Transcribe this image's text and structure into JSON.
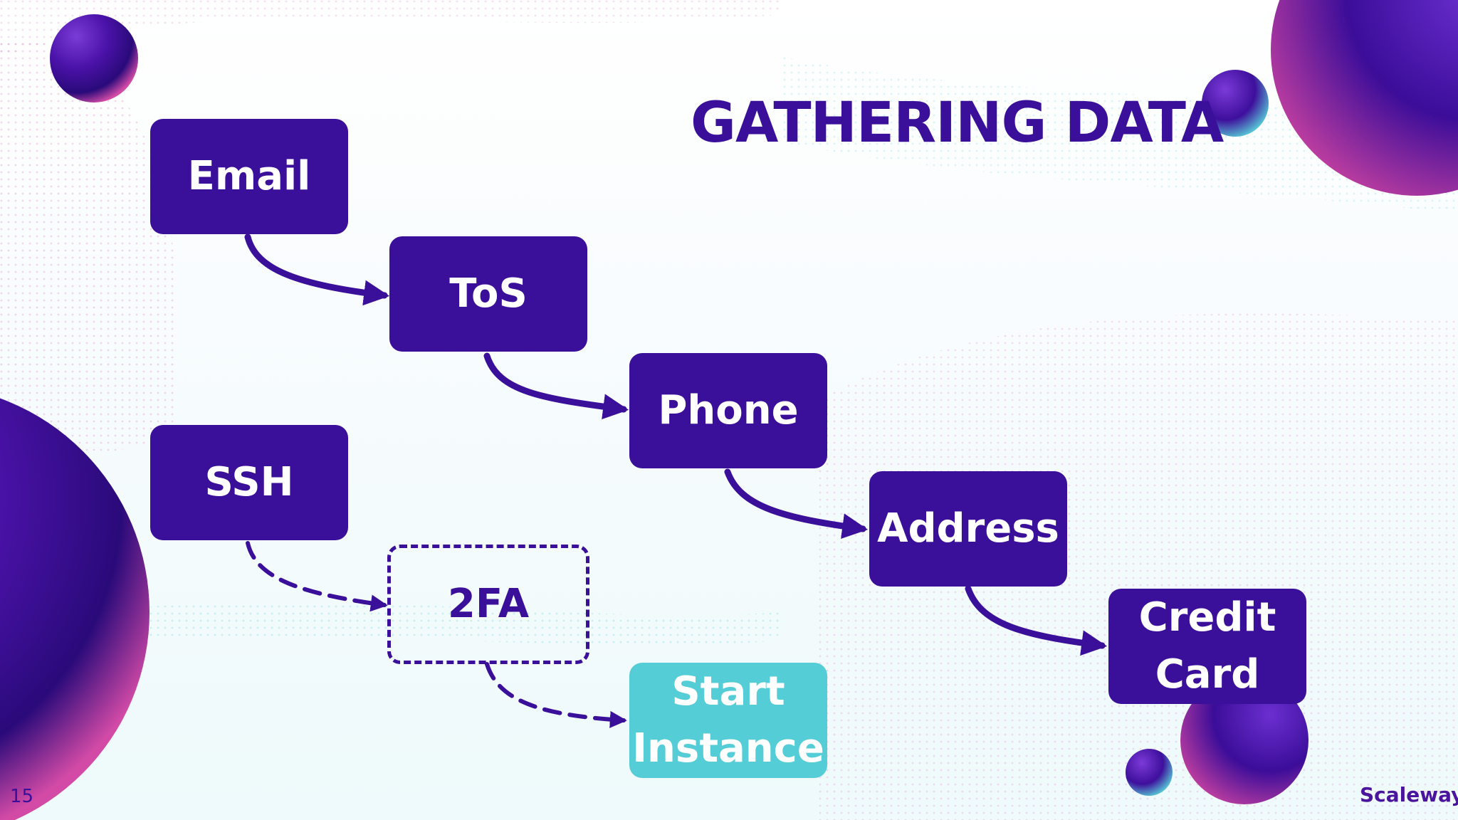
{
  "slide": {
    "title": "GATHERING DATA",
    "number": "15",
    "logo": "Scaleway"
  },
  "nodes": {
    "email": "Email",
    "tos": "ToS",
    "phone": "Phone",
    "address": "Address",
    "credit_card": "Credit\nCard",
    "ssh": "SSH",
    "twofa": "2FA",
    "start_instance": "Start\nInstance"
  },
  "colors": {
    "box": "#3a0f99",
    "accent": "#55cdd6",
    "title": "#3a109a"
  }
}
